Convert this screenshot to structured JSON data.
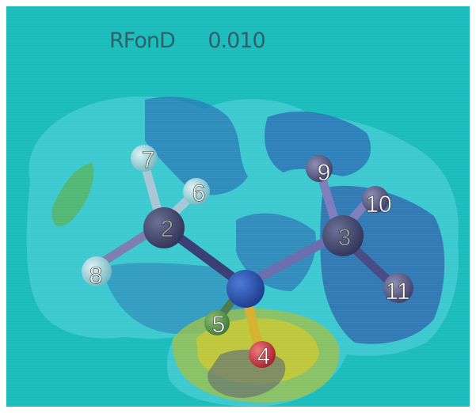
{
  "header": {
    "property": "RFonD",
    "isovalue": "0.010"
  },
  "colors": {
    "background": "#1bbcbc",
    "surface_base": "#3cc9cf",
    "surface_negative": "#2b6fb4",
    "surface_positive": "#5fb55a",
    "surface_hot": "#c9c936",
    "carbon": "#3b3f66",
    "hydrogen": "#a8d6dc",
    "nitrogen": "#2453b6",
    "oxygen": "#cc2f3a",
    "bond_label": "#ffffff"
  },
  "atoms": [
    {
      "label": "2",
      "element": "C"
    },
    {
      "label": "3",
      "element": "C"
    },
    {
      "label": "4",
      "element": "O"
    },
    {
      "label": "5",
      "element": "H"
    },
    {
      "label": "6",
      "element": "H"
    },
    {
      "label": "7",
      "element": "H"
    },
    {
      "label": "8",
      "element": "H"
    },
    {
      "label": "9",
      "element": "H"
    },
    {
      "label": "10",
      "element": "H"
    },
    {
      "label": "11",
      "element": "H"
    }
  ]
}
